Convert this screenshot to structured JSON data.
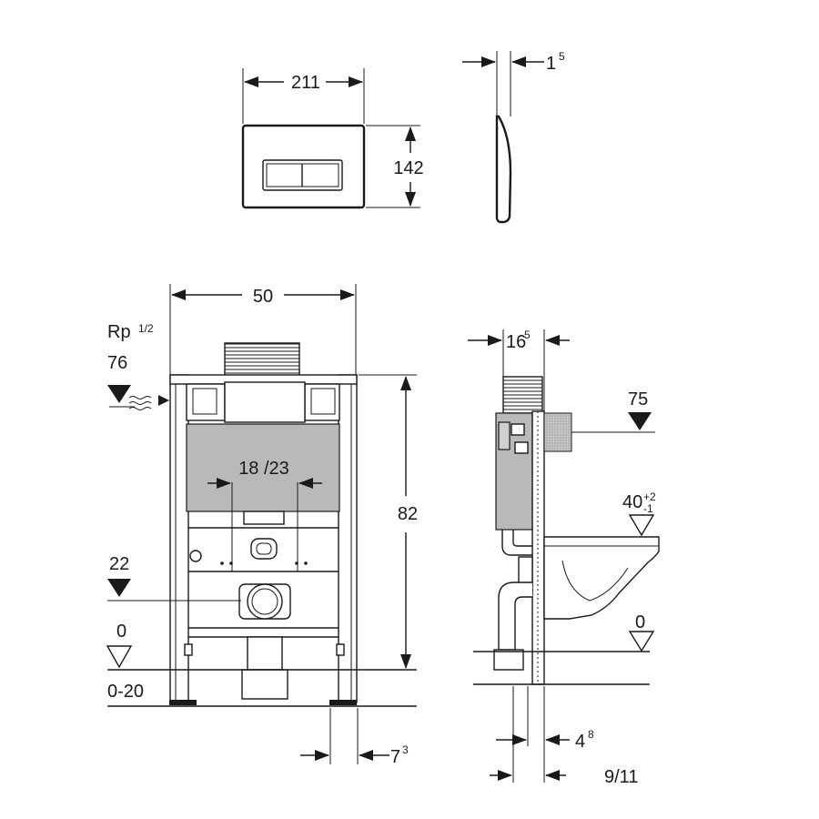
{
  "plate": {
    "width_label": "211",
    "height_label": "142",
    "depth_label": "1",
    "depth_sup": "5"
  },
  "front": {
    "width_label": "50",
    "height_label": "82",
    "spacing_label": "18 /23",
    "inlet_label": "Rp",
    "inlet_sup": "1/2",
    "inlet_height_label": "76",
    "waste_height_label": "22",
    "floor_label": "0",
    "adjust_label": "0-20",
    "foot_label": "7",
    "foot_sup": "3"
  },
  "side": {
    "depth_label": "16",
    "depth_sup": "5",
    "flush_height_label": "75",
    "seat_height_label": "40",
    "seat_tol_plus": "+2",
    "seat_tol_minus": "-1",
    "floor_label": "0",
    "offset_label": "4",
    "offset_sup": "8",
    "range_label": "9/11"
  }
}
